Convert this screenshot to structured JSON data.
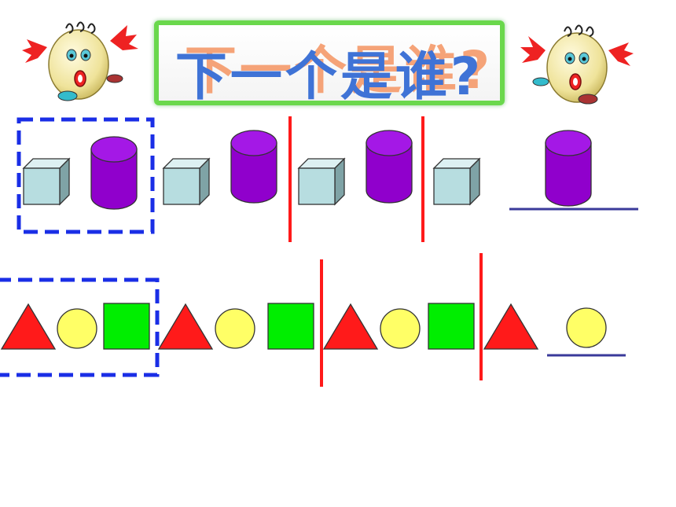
{
  "title": "下一个是谁?",
  "colors": {
    "title_text": "#3f73d6",
    "title_shadow": "#f5a378",
    "title_border": "#6ad84c",
    "cube": "#b7dde0",
    "cylinder": "#9000cc",
    "triangle": "#ff1a1a",
    "circle": "#ffff66",
    "square": "#00ee00",
    "divider": "#ff1a1a",
    "group_box": "#1a2ee6",
    "answer_line": "#3a3a9a"
  },
  "icons": {
    "left_mascot": "puzzled-face-mascot-icon",
    "right_mascot": "puzzled-face-mascot-icon"
  },
  "row1": {
    "pattern": [
      "cube",
      "cylinder"
    ],
    "repeats": 3,
    "next_item": "cube",
    "answer": "cylinder"
  },
  "row2": {
    "pattern": [
      "triangle",
      "circle",
      "square"
    ],
    "repeats": 3,
    "next_item": "triangle",
    "answer": "circle"
  }
}
